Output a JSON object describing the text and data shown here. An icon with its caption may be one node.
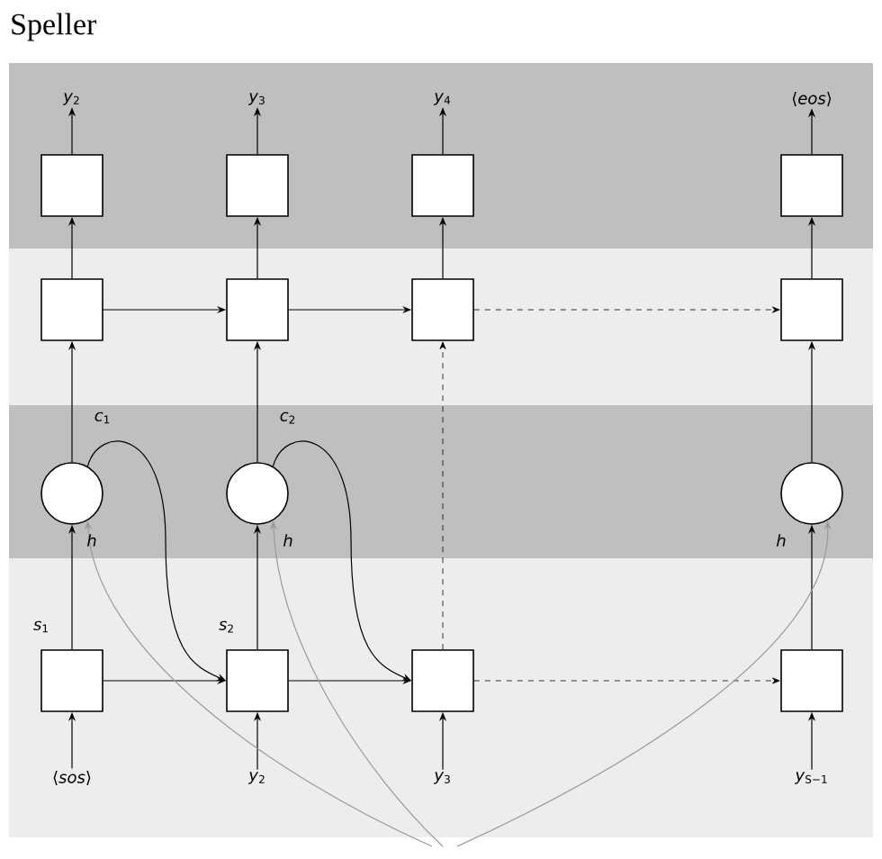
{
  "diagram": {
    "title": "Speller",
    "nodes": [
      {
        "text": [
          "*y*$_{2}$"
        ]
      },
      {
        "text": [
          "*y*$_{3}$"
        ]
      },
      {
        "text": [
          "*y*$_{4}$"
        ]
      },
      {
        "text": [
          "⟨*eos*⟩"
        ]
      },
      {
        "text": [],
        "shape": "box"
      },
      {
        "text": [],
        "shape": "box"
      },
      {
        "text": [],
        "shape": "box"
      },
      {
        "text": [],
        "shape": "box"
      },
      {
        "text": [],
        "shape": "box"
      },
      {
        "text": [],
        "shape": "box"
      },
      {
        "text": [],
        "shape": "box"
      },
      {
        "text": [],
        "shape": "box"
      },
      {
        "text": [],
        "shape": "circle"
      },
      {
        "text": [],
        "shape": "circle"
      },
      {
        "text": [],
        "shape": "circle"
      },
      {
        "text": [],
        "shape": "box"
      },
      {
        "text": [],
        "shape": "box"
      },
      {
        "text": [],
        "shape": "box"
      },
      {
        "text": [],
        "shape": "box"
      },
      {
        "text": [
          "⟨*sos*⟩"
        ]
      },
      {
        "text": [
          "*y*$_{2}$"
        ]
      },
      {
        "text": [
          "*y*$_{3}$"
        ]
      },
      {
        "text": [
          "*y*$_{S−1}$"
        ]
      }
    ],
    "edges": [
      {
        "from": 4,
        "to": 0,
        "arrow": "to"
      },
      {
        "from": 5,
        "to": 1,
        "arrow": "to"
      },
      {
        "from": 6,
        "to": 2,
        "arrow": "to"
      },
      {
        "from": 7,
        "to": 3,
        "arrow": "to"
      },
      {
        "from": 8,
        "to": 4,
        "arrow": "to"
      },
      {
        "from": 9,
        "to": 5,
        "arrow": "to"
      },
      {
        "from": 10,
        "to": 6,
        "arrow": "to"
      },
      {
        "from": 11,
        "to": 7,
        "arrow": "to"
      },
      {
        "from": 8,
        "to": 9,
        "arrow": "to"
      },
      {
        "from": 9,
        "to": 10,
        "arrow": "to"
      },
      {
        "from": 10,
        "to": 11,
        "arrow": "to",
        "style": "dashed"
      },
      {
        "from": 12,
        "to": 8,
        "arrow": "to"
      },
      {
        "from": 13,
        "to": 9,
        "arrow": "to"
      },
      {
        "from": 17,
        "to": 10,
        "arrow": "to",
        "style": "dashed"
      },
      {
        "from": 14,
        "to": 11,
        "arrow": "to"
      },
      {
        "from": 15,
        "to": 12,
        "arrow": "to"
      },
      {
        "from": 16,
        "to": 13,
        "arrow": "to"
      },
      {
        "from": 18,
        "to": 14,
        "arrow": "to"
      },
      {
        "from": 12,
        "to": 16,
        "arrow": "to"
      },
      {
        "from": 13,
        "to": 17,
        "arrow": "to"
      },
      {
        "from": 15,
        "to": 16,
        "arrow": "to"
      },
      {
        "from": 16,
        "to": 17,
        "arrow": "to"
      },
      {
        "from": 17,
        "to": 18,
        "arrow": "to",
        "style": "dashed"
      },
      {
        "from": 19,
        "to": 15,
        "arrow": "to"
      },
      {
        "from": 20,
        "to": 16,
        "arrow": "to"
      },
      {
        "from": 21,
        "to": 17,
        "arrow": "to"
      },
      {
        "from": 22,
        "to": 18,
        "arrow": "to"
      },
      {
        "from": null,
        "to": 12,
        "arrow": "to",
        "color": "#9a9a9a"
      },
      {
        "from": null,
        "to": 13,
        "arrow": "to",
        "color": "#9a9a9a"
      },
      {
        "from": null,
        "to": 14,
        "arrow": "to",
        "color": "#9a9a9a"
      }
    ],
    "labels": [
      "*c*$_{1}$",
      "*c*$_{2}$",
      "*h*",
      "*h*",
      "*h*",
      "*s*$_{1}$",
      "*s*$_{2}$"
    ]
  }
}
